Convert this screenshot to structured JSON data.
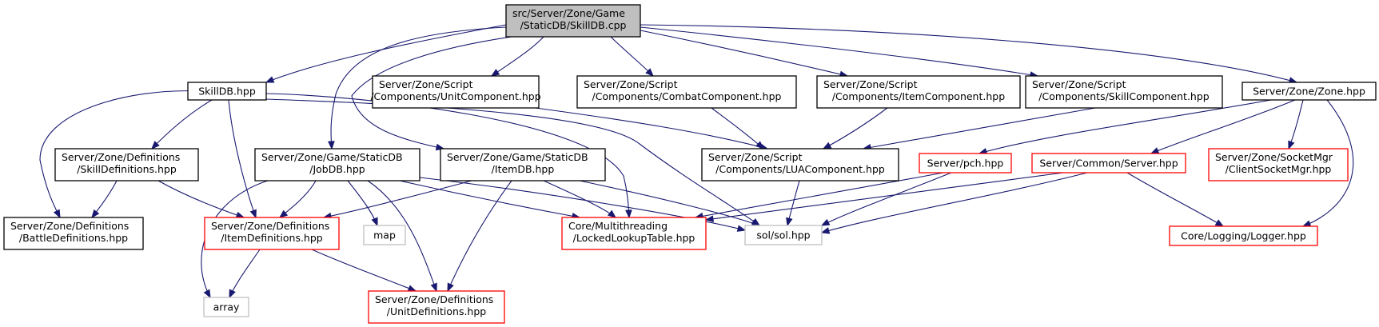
{
  "diagram": {
    "kind": "include-dependency-graph",
    "colors": {
      "edge": "#191970",
      "root_fill": "#bfbfbf",
      "root_border": "#000000",
      "documented_border": "#000000",
      "undocumented_border": "#ff0000",
      "external_border": "#bfbfbf",
      "external_text": "#000000"
    },
    "nodes": [
      {
        "id": "root",
        "kind": "root",
        "lines": [
          "src/Server/Zone/Game",
          "/StaticDB/SkillDB.cpp"
        ]
      },
      {
        "id": "skilldb_hpp",
        "kind": "documented",
        "lines": [
          "SkillDB.hpp"
        ]
      },
      {
        "id": "unitcomponent",
        "kind": "documented",
        "lines": [
          "Server/Zone/Script",
          "/Components/UnitComponent.hpp"
        ]
      },
      {
        "id": "combatcomponent",
        "kind": "documented",
        "lines": [
          "Server/Zone/Script",
          "/Components/CombatComponent.hpp"
        ]
      },
      {
        "id": "itemcomponent",
        "kind": "documented",
        "lines": [
          "Server/Zone/Script",
          "/Components/ItemComponent.hpp"
        ]
      },
      {
        "id": "skillcomponent",
        "kind": "documented",
        "lines": [
          "Server/Zone/Script",
          "/Components/SkillComponent.hpp"
        ]
      },
      {
        "id": "zone_hpp",
        "kind": "documented",
        "lines": [
          "Server/Zone/Zone.hpp"
        ]
      },
      {
        "id": "skilldefinitions",
        "kind": "documented",
        "lines": [
          "Server/Zone/Definitions",
          "/SkillDefinitions.hpp"
        ]
      },
      {
        "id": "jobdb",
        "kind": "documented",
        "lines": [
          "Server/Zone/Game/StaticDB",
          "/JobDB.hpp"
        ]
      },
      {
        "id": "itemdb",
        "kind": "documented",
        "lines": [
          "Server/Zone/Game/StaticDB",
          "/ItemDB.hpp"
        ]
      },
      {
        "id": "luacomponent",
        "kind": "documented",
        "lines": [
          "Server/Zone/Script",
          "/Components/LUAComponent.hpp"
        ]
      },
      {
        "id": "pch",
        "kind": "undocumented",
        "lines": [
          "Server/pch.hpp"
        ]
      },
      {
        "id": "common_server",
        "kind": "undocumented",
        "lines": [
          "Server/Common/Server.hpp"
        ]
      },
      {
        "id": "socketmgr",
        "kind": "undocumented",
        "lines": [
          "Server/Zone/SocketMgr",
          "/ClientSocketMgr.hpp"
        ]
      },
      {
        "id": "battledefinitions",
        "kind": "documented",
        "lines": [
          "Server/Zone/Definitions",
          "/BattleDefinitions.hpp"
        ]
      },
      {
        "id": "itemdefinitions",
        "kind": "undocumented",
        "lines": [
          "Server/Zone/Definitions",
          "/ItemDefinitions.hpp"
        ]
      },
      {
        "id": "map",
        "kind": "external",
        "lines": [
          "map"
        ]
      },
      {
        "id": "lockedlookuptable",
        "kind": "undocumented",
        "lines": [
          "Core/Multithreading",
          "/LockedLookupTable.hpp"
        ]
      },
      {
        "id": "sol",
        "kind": "external",
        "lines": [
          "sol/sol.hpp"
        ]
      },
      {
        "id": "logger",
        "kind": "undocumented",
        "lines": [
          "Core/Logging/Logger.hpp"
        ]
      },
      {
        "id": "array",
        "kind": "external",
        "lines": [
          "array"
        ]
      },
      {
        "id": "unitdefinitions",
        "kind": "undocumented",
        "lines": [
          "Server/Zone/Definitions",
          "/UnitDefinitions.hpp"
        ]
      }
    ],
    "edges": [
      {
        "from": "root",
        "to": "skilldb_hpp"
      },
      {
        "from": "root",
        "to": "unitcomponent"
      },
      {
        "from": "root",
        "to": "combatcomponent"
      },
      {
        "from": "root",
        "to": "itemcomponent"
      },
      {
        "from": "root",
        "to": "skillcomponent"
      },
      {
        "from": "root",
        "to": "zone_hpp"
      },
      {
        "from": "root",
        "to": "jobdb"
      },
      {
        "from": "root",
        "to": "itemdb"
      },
      {
        "from": "skilldb_hpp",
        "to": "skilldefinitions"
      },
      {
        "from": "skilldb_hpp",
        "to": "battledefinitions"
      },
      {
        "from": "skilldb_hpp",
        "to": "itemdefinitions"
      },
      {
        "from": "skilldb_hpp",
        "to": "lockedlookuptable"
      },
      {
        "from": "skilldb_hpp",
        "to": "sol"
      },
      {
        "from": "unitcomponent",
        "to": "luacomponent"
      },
      {
        "from": "combatcomponent",
        "to": "luacomponent"
      },
      {
        "from": "itemcomponent",
        "to": "luacomponent"
      },
      {
        "from": "skillcomponent",
        "to": "luacomponent"
      },
      {
        "from": "luacomponent",
        "to": "sol"
      },
      {
        "from": "zone_hpp",
        "to": "pch"
      },
      {
        "from": "zone_hpp",
        "to": "common_server"
      },
      {
        "from": "zone_hpp",
        "to": "socketmgr"
      },
      {
        "from": "zone_hpp",
        "to": "logger"
      },
      {
        "from": "skilldefinitions",
        "to": "battledefinitions"
      },
      {
        "from": "skilldefinitions",
        "to": "itemdefinitions"
      },
      {
        "from": "jobdb",
        "to": "itemdefinitions"
      },
      {
        "from": "jobdb",
        "to": "map"
      },
      {
        "from": "jobdb",
        "to": "array"
      },
      {
        "from": "jobdb",
        "to": "unitdefinitions"
      },
      {
        "from": "jobdb",
        "to": "lockedlookuptable"
      },
      {
        "from": "jobdb",
        "to": "sol"
      },
      {
        "from": "itemdb",
        "to": "itemdefinitions"
      },
      {
        "from": "itemdb",
        "to": "lockedlookuptable"
      },
      {
        "from": "itemdb",
        "to": "unitdefinitions"
      },
      {
        "from": "itemdb",
        "to": "sol"
      },
      {
        "from": "pch",
        "to": "lockedlookuptable"
      },
      {
        "from": "pch",
        "to": "sol"
      },
      {
        "from": "common_server",
        "to": "lockedlookuptable"
      },
      {
        "from": "common_server",
        "to": "sol"
      },
      {
        "from": "common_server",
        "to": "logger"
      },
      {
        "from": "itemdefinitions",
        "to": "array"
      },
      {
        "from": "itemdefinitions",
        "to": "unitdefinitions"
      }
    ]
  }
}
